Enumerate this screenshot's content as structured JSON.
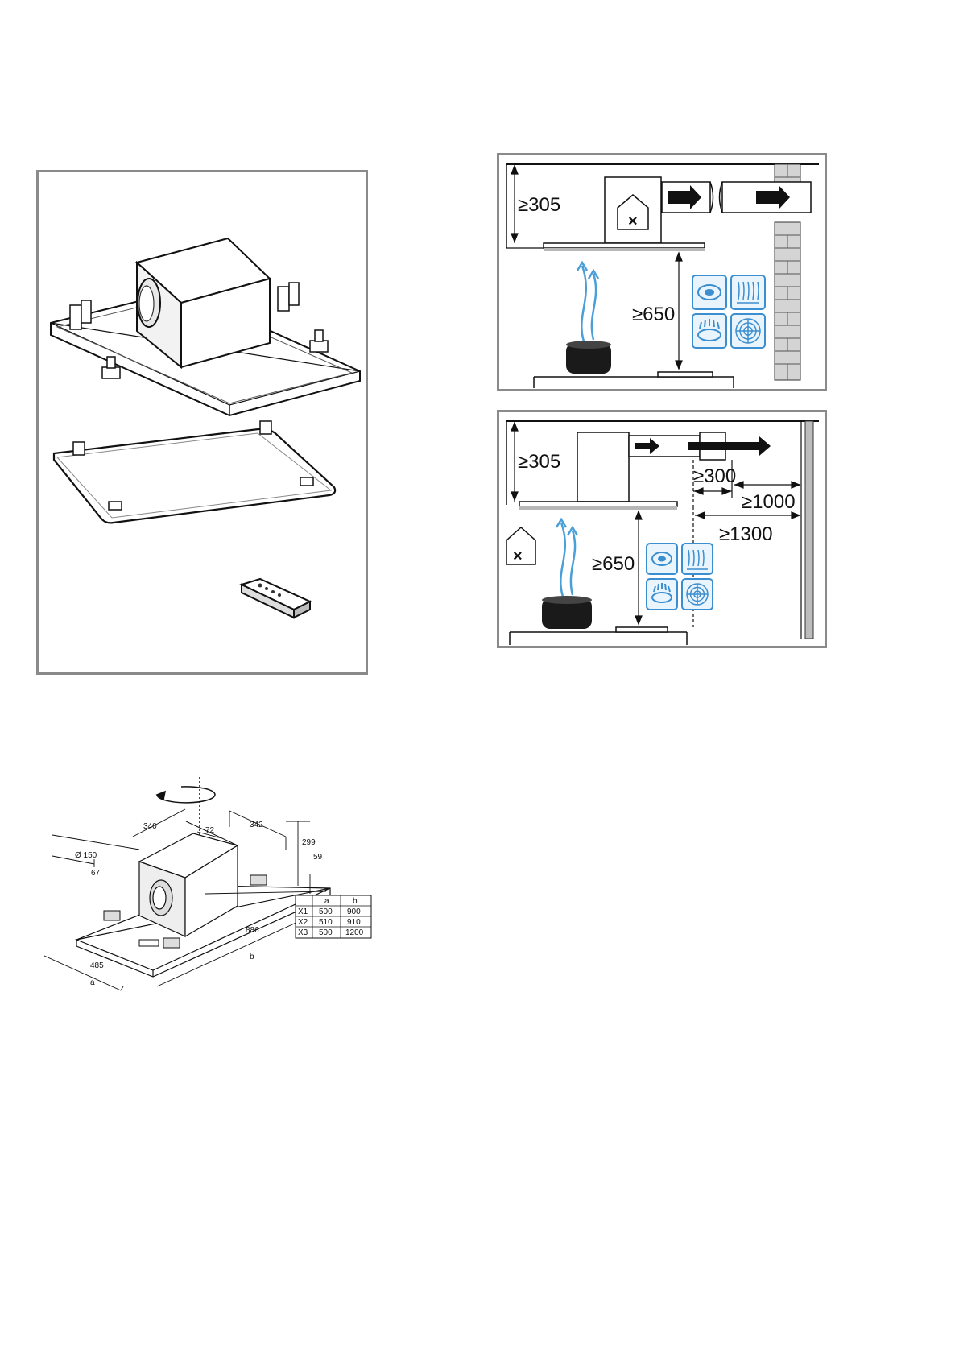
{
  "upper_view": {
    "min_height_above": "≥305",
    "min_distance_cooktop": "≥650"
  },
  "lower_view": {
    "min_height_above": "≥305",
    "min_distance_cooktop": "≥650",
    "min_side_300": "≥300",
    "min_side_1000": "≥1000",
    "min_side_1300": "≥1300"
  },
  "dimensions": {
    "width_342": "342",
    "width_340": "340",
    "offset_72": "72",
    "height_299": "299",
    "height_59": "59",
    "duct_diameter": "Ø 150",
    "height_67": "67",
    "length_886": "886",
    "depth_485": "485",
    "label_a": "a",
    "label_b": "b"
  },
  "size_table": {
    "headers": [
      "",
      "a",
      "b"
    ],
    "rows": [
      [
        "X1",
        "500",
        "900"
      ],
      [
        "X2",
        "510",
        "910"
      ],
      [
        "X3",
        "500",
        "1200"
      ]
    ]
  },
  "colors": {
    "airflow": "#4a9fd8",
    "icon_blue": "#3b8fd0",
    "frame": "#777777",
    "brick": "#cfcfcf"
  }
}
